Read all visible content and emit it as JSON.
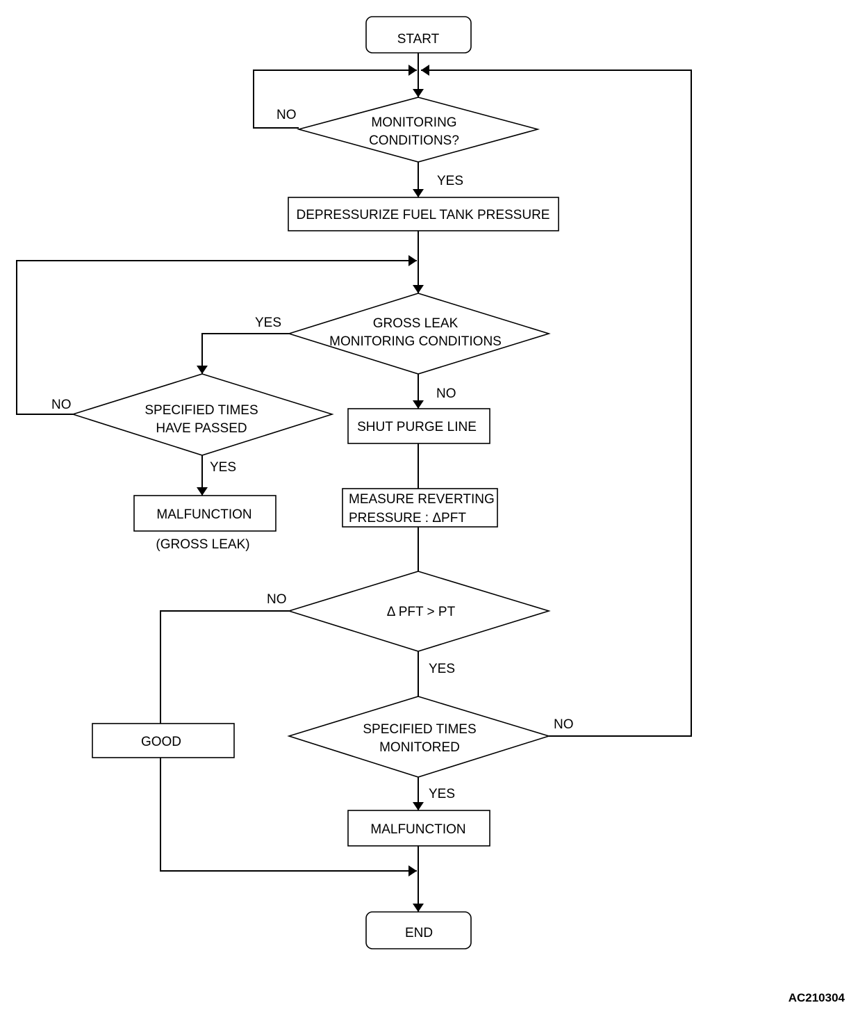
{
  "nodes": {
    "start": "START",
    "monitoring": [
      "MONITORING",
      "CONDITIONS?"
    ],
    "depressurize": "DEPRESSURIZE FUEL TANK PRESSURE",
    "gross_leak": [
      "GROSS LEAK",
      "MONITORING CONDITIONS"
    ],
    "specified_passed": [
      "SPECIFIED TIMES",
      "HAVE PASSED"
    ],
    "malfunction_gross": "MALFUNCTION",
    "gross_leak_note": "(GROSS LEAK)",
    "shut_purge": "SHUT PURGE LINE",
    "measure": [
      "MEASURE REVERTING",
      "PRESSURE : ΔPFT"
    ],
    "compare": "Δ PFT > PT",
    "specified_monitored": [
      "SPECIFIED TIMES",
      "MONITORED"
    ],
    "good": "GOOD",
    "malfunction": "MALFUNCTION",
    "end": "END"
  },
  "labels": {
    "monitoring_no": "NO",
    "monitoring_yes": "YES",
    "gross_yes": "YES",
    "gross_no": "NO",
    "passed_no": "NO",
    "passed_yes": "YES",
    "compare_no": "NO",
    "compare_yes": "YES",
    "monitored_no": "NO",
    "monitored_yes": "YES"
  },
  "reference": "AC210304",
  "colors": {
    "stroke": "#000000",
    "background": "#ffffff"
  }
}
